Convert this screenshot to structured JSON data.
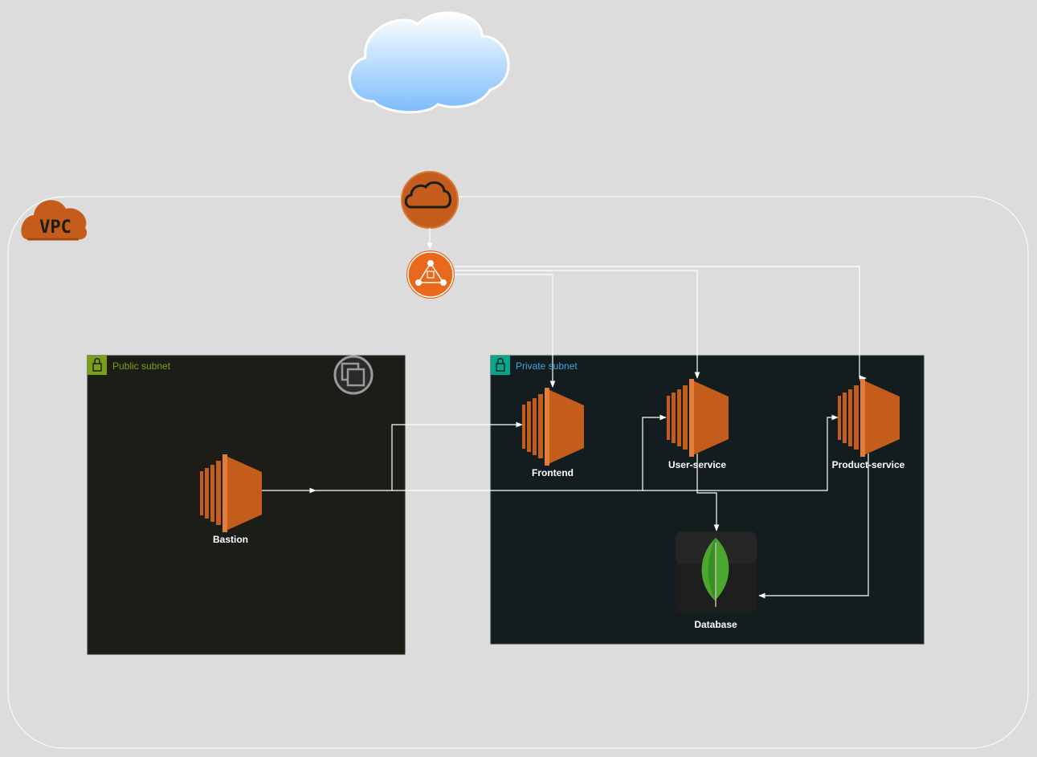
{
  "diagram": {
    "vpc_badge": "VPC",
    "public_subnet": {
      "title": "Public subnet",
      "color": "#7aa116"
    },
    "private_subnet": {
      "title": "Private subnet",
      "color": "#01a88d"
    },
    "nodes": {
      "bastion": "Bastion",
      "frontend": "Frontend",
      "user_service": "User-service",
      "product_service": "Product-service",
      "database": "Database"
    },
    "colors": {
      "background": "#dcdcdc",
      "ec2": "#c45c1b",
      "ec2_light": "#e17f3a",
      "public_bg": "#1c1d16",
      "private_bg": "#131d20",
      "mongo": "#4ca72f"
    }
  }
}
